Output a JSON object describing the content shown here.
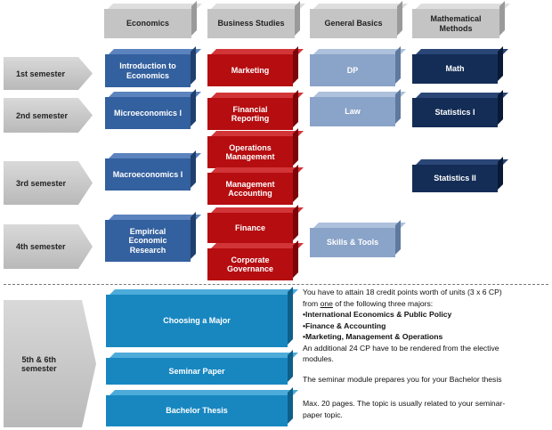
{
  "columns": {
    "economics": "Economics",
    "business_studies": "Business Studies",
    "general_basics": "General Basics",
    "mathematical_methods_line1": "Mathematical",
    "mathematical_methods_line2": "Methods"
  },
  "semesters": {
    "s1": "1st semester",
    "s2": "2nd semester",
    "s3": "3rd semester",
    "s4": "4th semester",
    "s56_line1": "5th & 6th",
    "s56_line2": "semester"
  },
  "modules": {
    "intro_econ_line1": "Introduction to",
    "intro_econ_line2": "Economics",
    "micro": "Microeconomics I",
    "macro": "Macroeconomics I",
    "empirical_line1": "Empirical",
    "empirical_line2": "Economic",
    "empirical_line3": "Research",
    "marketing": "Marketing",
    "fin_reporting_line1": "Financial",
    "fin_reporting_line2": "Reporting",
    "ops_mgmt_line1": "Operations",
    "ops_mgmt_line2": "Management",
    "mgmt_acc_line1": "Management",
    "mgmt_acc_line2": "Accounting",
    "finance": "Finance",
    "corp_gov_line1": "Corporate",
    "corp_gov_line2": "Governance",
    "dp": "DP",
    "law": "Law",
    "skills_tools": "Skills & Tools",
    "math": "Math",
    "stats1": "Statistics I",
    "stats2": "Statistics II",
    "choosing_major": "Choosing a Major",
    "seminar_paper": "Seminar Paper",
    "bachelor_thesis": "Bachelor Thesis"
  },
  "notes": {
    "major_line1": "You have to attain 18 credit points worth of units (3 x 6 CP)",
    "major_line2_pre": "from ",
    "major_line2_one": "one",
    "major_line2_post": " of the following three majors:",
    "major_opt1": "•International Economics & Public Policy",
    "major_opt2": "•Finance & Accounting",
    "major_opt3": "•Marketing, Management & Operations",
    "elective_line1": "An additional 24 CP have to be rendered from the elective",
    "elective_line2": "modules.",
    "seminar_note": "The seminar module prepares you for your Bachelor thesis",
    "thesis_line1": "Max. 20 pages. The topic is usually related to your seminar-",
    "thesis_line2": "paper topic."
  },
  "colors": {
    "economics_blue": "#33609e",
    "business_red": "#b50d10",
    "general_light_blue": "#8aa3c8",
    "math_navy": "#142d56",
    "final_cyan": "#1887c0",
    "header_gray": "#c4c4c4"
  }
}
